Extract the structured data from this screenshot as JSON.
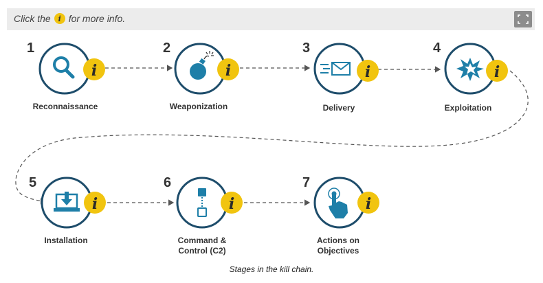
{
  "header": {
    "hint_before": "Click the",
    "hint_icon": "i",
    "hint_after": "for more info.",
    "expand_icon": "fullscreen-icon"
  },
  "stages": [
    {
      "number": "1",
      "label": "Reconnaissance",
      "icon": "magnifier-icon"
    },
    {
      "number": "2",
      "label": "Weaponization",
      "icon": "bomb-icon"
    },
    {
      "number": "3",
      "label": "Delivery",
      "icon": "envelope-icon"
    },
    {
      "number": "4",
      "label": "Exploitation",
      "icon": "explosion-icon"
    },
    {
      "number": "5",
      "label": "Installation",
      "icon": "download-icon"
    },
    {
      "number": "6",
      "label": "Command & Control (C2)",
      "icon": "command-control-icon"
    },
    {
      "number": "7",
      "label": "Actions on Objectives",
      "icon": "pointer-hand-icon"
    }
  ],
  "info_badge": "i",
  "caption": "Stages in the kill chain.",
  "colors": {
    "circle_stroke": "#1e4d6b",
    "icon_blue": "#1e7fa8",
    "badge": "#f1c40f",
    "dash": "#555555"
  }
}
